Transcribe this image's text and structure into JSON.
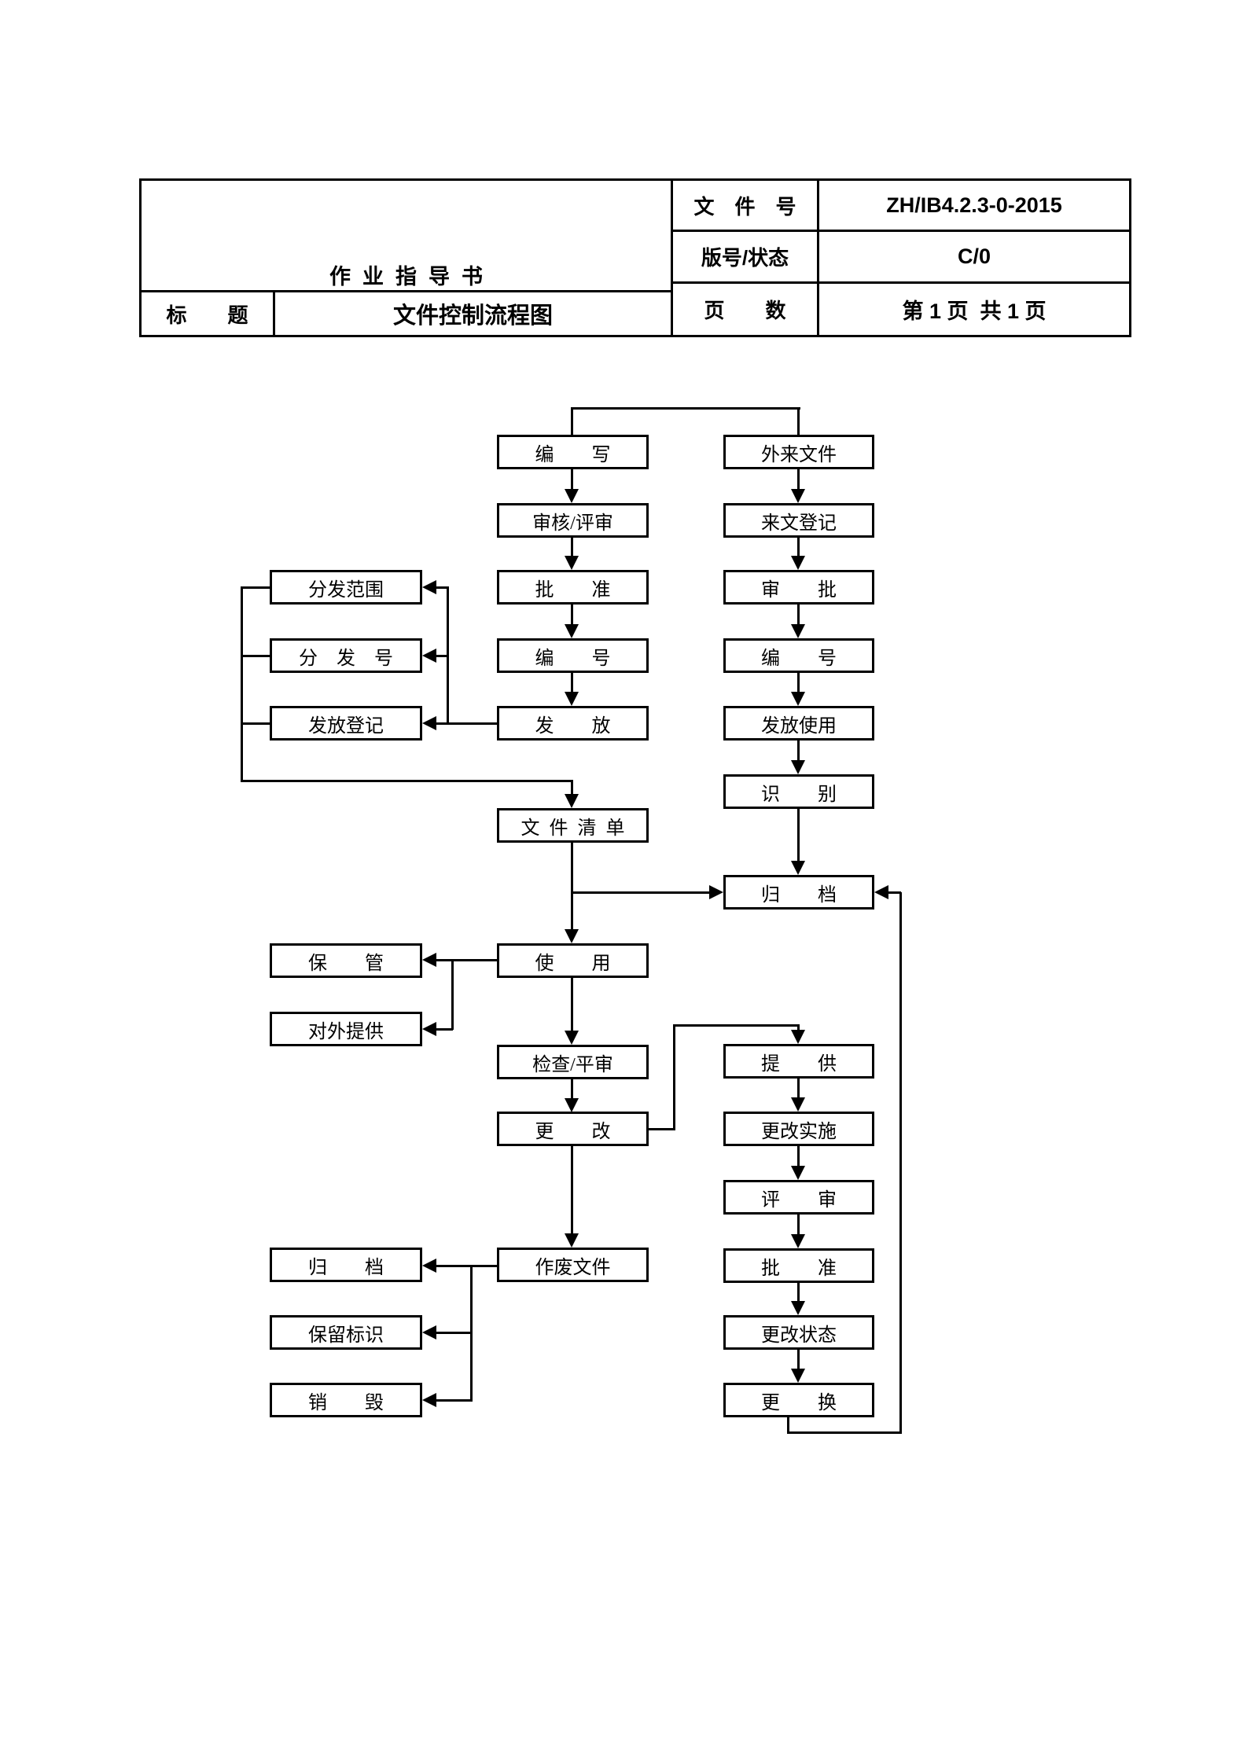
{
  "header": {
    "doc_type": "作  业  指  导  书",
    "doc_no_label": "文　件　号",
    "doc_no_value": "ZH/IB4.2.3-0-2015",
    "version_label": "版号/状态",
    "version_value": "C/0",
    "pages_label": "页　　数",
    "pages_value": "第 1 页  共 1 页",
    "title_label": "标　　题",
    "title_value": "文件控制流程图"
  },
  "flowchart": {
    "nodes": {
      "write": "编　　写",
      "review": "审核/评审",
      "approve_m": "批　　准",
      "number_m": "编　　号",
      "issue": "发　　放",
      "doc_list": "文  件  清  单",
      "use": "使　　用",
      "check_review": "检查/平审",
      "change": "更　　改",
      "obsolete": "作废文件",
      "external_doc": "外来文件",
      "incoming_register": "来文登记",
      "audit": "审　　批",
      "number_r": "编　　号",
      "issue_use": "发放使用",
      "identify": "识　　别",
      "archive_r": "归　　档",
      "provide": "提　　供",
      "change_impl": "更改实施",
      "review_r": "评　　审",
      "approve_r": "批　　准",
      "change_status": "更改状态",
      "replace": "更　　换",
      "dist_scope": "分发范围",
      "dist_no": "分　发　号",
      "issue_register": "发放登记",
      "keep": "保　　管",
      "external_provide": "对外提供",
      "archive_l": "归　　档",
      "retain_mark": "保留标识",
      "destroy": "销　　毁"
    }
  }
}
